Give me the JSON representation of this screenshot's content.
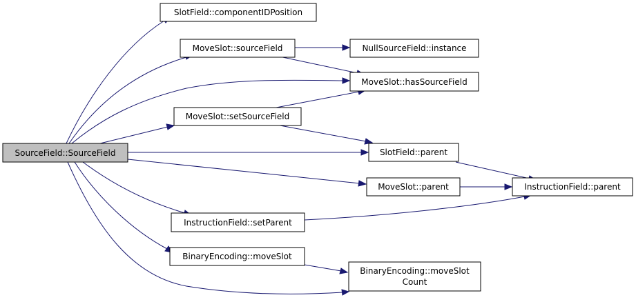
{
  "nodes": {
    "root": {
      "lines": [
        "SourceField::SourceField"
      ]
    },
    "componentIDPosition": {
      "lines": [
        "SlotField::componentIDPosition"
      ]
    },
    "moveSlotSourceField": {
      "lines": [
        "MoveSlot::sourceField"
      ]
    },
    "nullSourceFieldInstance": {
      "lines": [
        "NullSourceField::instance"
      ]
    },
    "hasSourceField": {
      "lines": [
        "MoveSlot::hasSourceField"
      ]
    },
    "setSourceField": {
      "lines": [
        "MoveSlot::setSourceField"
      ]
    },
    "slotFieldParent": {
      "lines": [
        "SlotField::parent"
      ]
    },
    "moveSlotParent": {
      "lines": [
        "MoveSlot::parent"
      ]
    },
    "instructionFieldParent": {
      "lines": [
        "InstructionField::parent"
      ]
    },
    "setParent": {
      "lines": [
        "InstructionField::setParent"
      ]
    },
    "moveSlot": {
      "lines": [
        "BinaryEncoding::moveSlot"
      ]
    },
    "moveSlotCount": {
      "lines": [
        "BinaryEncoding::moveSlot",
        "Count"
      ]
    }
  },
  "edges": [
    {
      "from": "root",
      "to": "componentIDPosition"
    },
    {
      "from": "root",
      "to": "moveSlotSourceField"
    },
    {
      "from": "root",
      "to": "hasSourceField"
    },
    {
      "from": "root",
      "to": "setSourceField"
    },
    {
      "from": "root",
      "to": "slotFieldParent"
    },
    {
      "from": "root",
      "to": "moveSlotParent"
    },
    {
      "from": "root",
      "to": "setParent"
    },
    {
      "from": "root",
      "to": "moveSlot"
    },
    {
      "from": "root",
      "to": "moveSlotCount"
    },
    {
      "from": "moveSlotSourceField",
      "to": "nullSourceFieldInstance"
    },
    {
      "from": "moveSlotSourceField",
      "to": "hasSourceField"
    },
    {
      "from": "setSourceField",
      "to": "hasSourceField"
    },
    {
      "from": "setSourceField",
      "to": "slotFieldParent"
    },
    {
      "from": "slotFieldParent",
      "to": "instructionFieldParent"
    },
    {
      "from": "moveSlotParent",
      "to": "instructionFieldParent"
    },
    {
      "from": "setParent",
      "to": "instructionFieldParent"
    },
    {
      "from": "moveSlot",
      "to": "moveSlotCount"
    }
  ],
  "colors": {
    "edge": "#191970",
    "root_fill": "#bfbfbf",
    "node_fill": "#ffffff",
    "border": "#000000"
  }
}
